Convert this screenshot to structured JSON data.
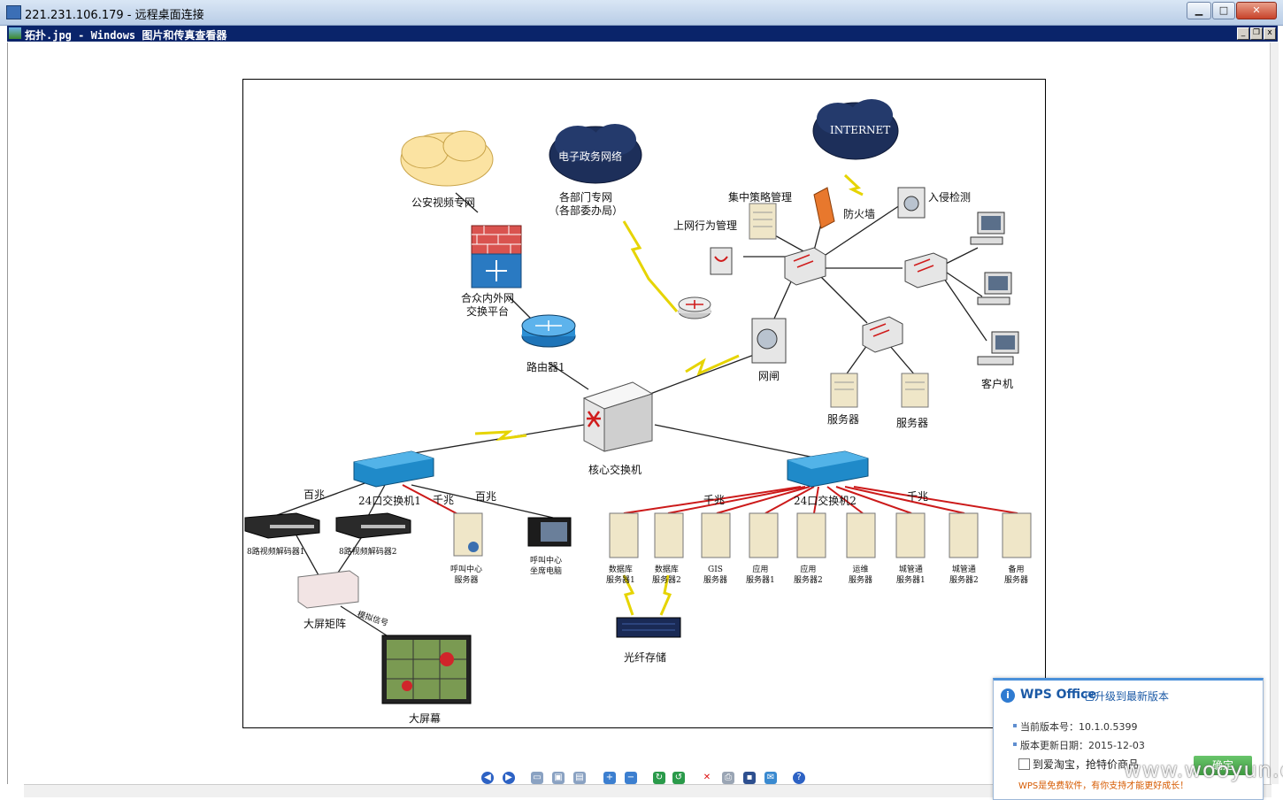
{
  "rdp": {
    "title": "221.231.106.179 - 远程桌面连接"
  },
  "viewer": {
    "title": "拓扑.jpg - Windows 图片和传真查看器"
  },
  "diagram": {
    "nodes": {
      "cloud_police": "公安视频专网",
      "cloud_egov": "电子政务网络",
      "cloud_internet": "INTERNET",
      "dept_net": "各部门专网",
      "dept_net_sub": "（各部委办局）",
      "exchange_platform": "合众内外网",
      "exchange_platform_sub": "交换平台",
      "router1": "路由器1",
      "gatekeeper": "网闸",
      "core_switch": "核心交换机",
      "central_policy": "集中策略管理",
      "firewall": "防火墙",
      "ids": "入侵检测",
      "web_behavior": "上网行为管理",
      "server_a": "服务器",
      "server_b": "服务器",
      "client": "客户机",
      "switch1": "24口交换机1",
      "switch2": "24口交换机2",
      "decoder1": "8路视频解码器1",
      "decoder2": "8路视频解码器2",
      "call_server_1": "呼叫中心",
      "call_server_2": "服务器",
      "call_pc_1": "呼叫中心",
      "call_pc_2": "坐席电脑",
      "big_matrix": "大屏矩阵",
      "analog_signal": "模拟信号",
      "big_screen": "大屏幕",
      "fiber_storage": "光纤存储",
      "speed_100_a": "百兆",
      "speed_100_b": "百兆",
      "speed_1000_a": "千兆",
      "speed_1000_b": "千兆",
      "speed_1000_c": "千兆"
    },
    "servers": [
      {
        "l1": "数据库",
        "l2": "服务器1"
      },
      {
        "l1": "数据库",
        "l2": "服务器2"
      },
      {
        "l1": "GIS",
        "l2": "服务器"
      },
      {
        "l1": "应用",
        "l2": "服务器1"
      },
      {
        "l1": "应用",
        "l2": "服务器2"
      },
      {
        "l1": "运维",
        "l2": "服务器"
      },
      {
        "l1": "城管通",
        "l2": "服务器1"
      },
      {
        "l1": "城管通",
        "l2": "服务器2"
      },
      {
        "l1": "备用",
        "l2": "服务器"
      }
    ]
  },
  "wps": {
    "brand": "WPS Office",
    "message": "已升级到最新版本",
    "version_line": "当前版本号：10.1.0.5399",
    "date_line": "版本更新日期：2015-12-03",
    "checkbox_label": "到爱淘宝，抢特价商品",
    "ok_button": "确定",
    "footer": "WPS是免费软件，有你支持才能更好成长！"
  },
  "watermark": "www.wooyun.org"
}
